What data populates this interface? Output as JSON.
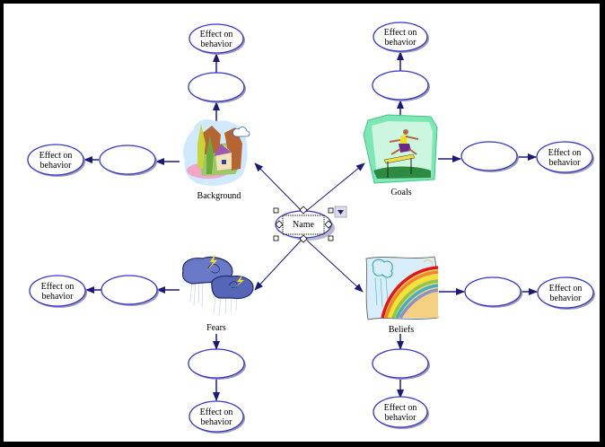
{
  "diagram": {
    "colors": {
      "node_stroke": "#3333cc",
      "connector": "#1a1a7a",
      "shadow": "#9a9ab0",
      "frame": "#000000",
      "canvas": "#ffffff"
    },
    "center": {
      "label": "Name",
      "selected": true
    },
    "branches": [
      {
        "id": "background",
        "label": "Background",
        "icon": "house-hills-clipart-icon",
        "up": {
          "middle": "",
          "end": "Effect on behavior"
        },
        "side": {
          "direction": "left",
          "middle": "",
          "end": "Effect on behavior"
        }
      },
      {
        "id": "goals",
        "label": "Goals",
        "icon": "hurdler-clipart-icon",
        "up": {
          "middle": "",
          "end": "Effect on behavior"
        },
        "side": {
          "direction": "right",
          "middle": "",
          "end": "Effect on behavior"
        }
      },
      {
        "id": "fears",
        "label": "Fears",
        "icon": "storm-clouds-clipart-icon",
        "down": {
          "middle": "",
          "end": "Effect on behavior"
        },
        "side": {
          "direction": "left",
          "middle": "",
          "end": "Effect on behavior"
        }
      },
      {
        "id": "beliefs",
        "label": "Beliefs",
        "icon": "rainbow-clipart-icon",
        "down": {
          "middle": "",
          "end": "Effect on behavior"
        },
        "side": {
          "direction": "right",
          "middle": "",
          "end": "Effect on behavior"
        }
      }
    ],
    "node_text": {
      "effect_line1": "Effect on",
      "effect_line2": "behavior"
    }
  }
}
